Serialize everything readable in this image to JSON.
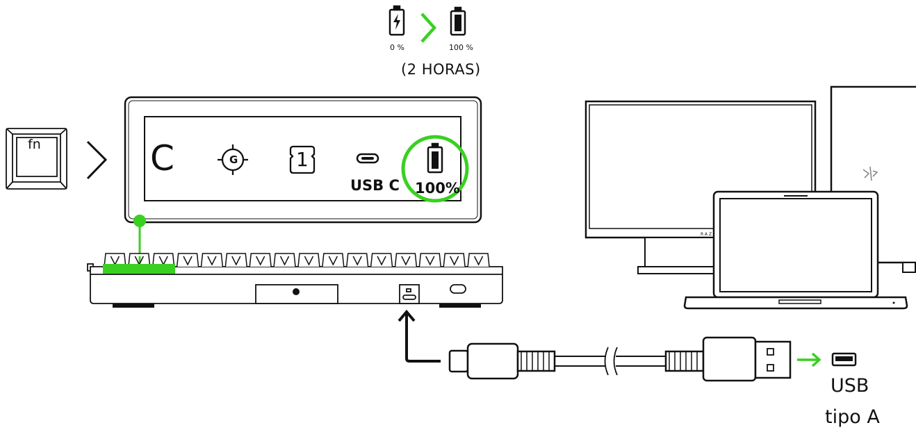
{
  "charge": {
    "start_percent": "0 %",
    "end_percent": "100 %",
    "duration": "(2 HORAS)"
  },
  "key": {
    "label": "fn"
  },
  "display": {
    "mode_letter": "C",
    "gaming_mode_glyph": "G",
    "profile_number": "1",
    "connection_label": "USB C",
    "battery_label": "100%"
  },
  "port": {
    "label_line1": "USB",
    "label_line2": "tipo A"
  },
  "colors": {
    "accent": "#39d021",
    "line": "#111111",
    "device_fill": "#ffffff"
  },
  "icons": [
    "battery-charging-icon",
    "chevron-right-icon",
    "battery-full-icon",
    "fn-key-icon",
    "gaming-mode-icon",
    "profile-card-icon",
    "usb-c-icon",
    "battery-icon",
    "keyboard",
    "monitor",
    "laptop",
    "pc-tower",
    "razer-logo-icon",
    "usb-cable",
    "usb-a-port-icon",
    "arrow-right-icon"
  ]
}
